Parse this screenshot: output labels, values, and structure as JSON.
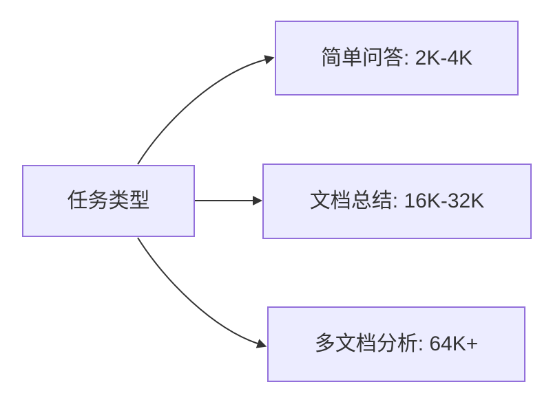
{
  "diagram": {
    "type": "flowchart",
    "direction": "left-to-right",
    "colors": {
      "node_fill": "#ECECFF",
      "node_border": "#9370DB",
      "edge_color": "#333333",
      "text_color": "#333333",
      "background": "#ffffff"
    },
    "root": {
      "id": "task-type",
      "label": "任务类型"
    },
    "children": [
      {
        "id": "simple-qa",
        "label": "简单问答: 2K-4K"
      },
      {
        "id": "doc-summary",
        "label": "文档总结: 16K-32K"
      },
      {
        "id": "multi-doc",
        "label": "多文档分析: 64K+"
      }
    ],
    "edges": [
      {
        "from": "任务类型",
        "to": "简单问答: 2K-4K"
      },
      {
        "from": "任务类型",
        "to": "文档总结: 16K-32K"
      },
      {
        "from": "任务类型",
        "to": "多文档分析: 64K+"
      }
    ]
  }
}
